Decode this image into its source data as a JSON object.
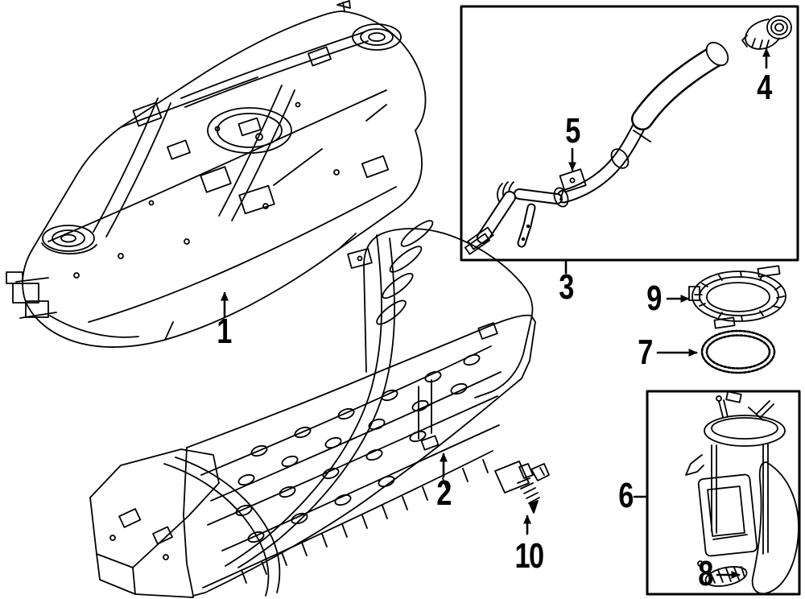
{
  "diagram": {
    "type": "exploded-parts-diagram",
    "background_color": "#ffffff",
    "line_color": "#000000",
    "callouts": [
      {
        "label": "1",
        "part": "fuel-tank"
      },
      {
        "label": "2",
        "part": "skid-plate"
      },
      {
        "label": "3",
        "part": "filler-pipe-assembly"
      },
      {
        "label": "4",
        "part": "filler-neck"
      },
      {
        "label": "5",
        "part": "filler-pipe-bracket"
      },
      {
        "label": "6",
        "part": "fuel-pump-module"
      },
      {
        "label": "7",
        "part": "o-ring-seal"
      },
      {
        "label": "8",
        "part": "fuel-strainer"
      },
      {
        "label": "9",
        "part": "lock-ring"
      },
      {
        "label": "10",
        "part": "pressure-sensor"
      }
    ]
  }
}
